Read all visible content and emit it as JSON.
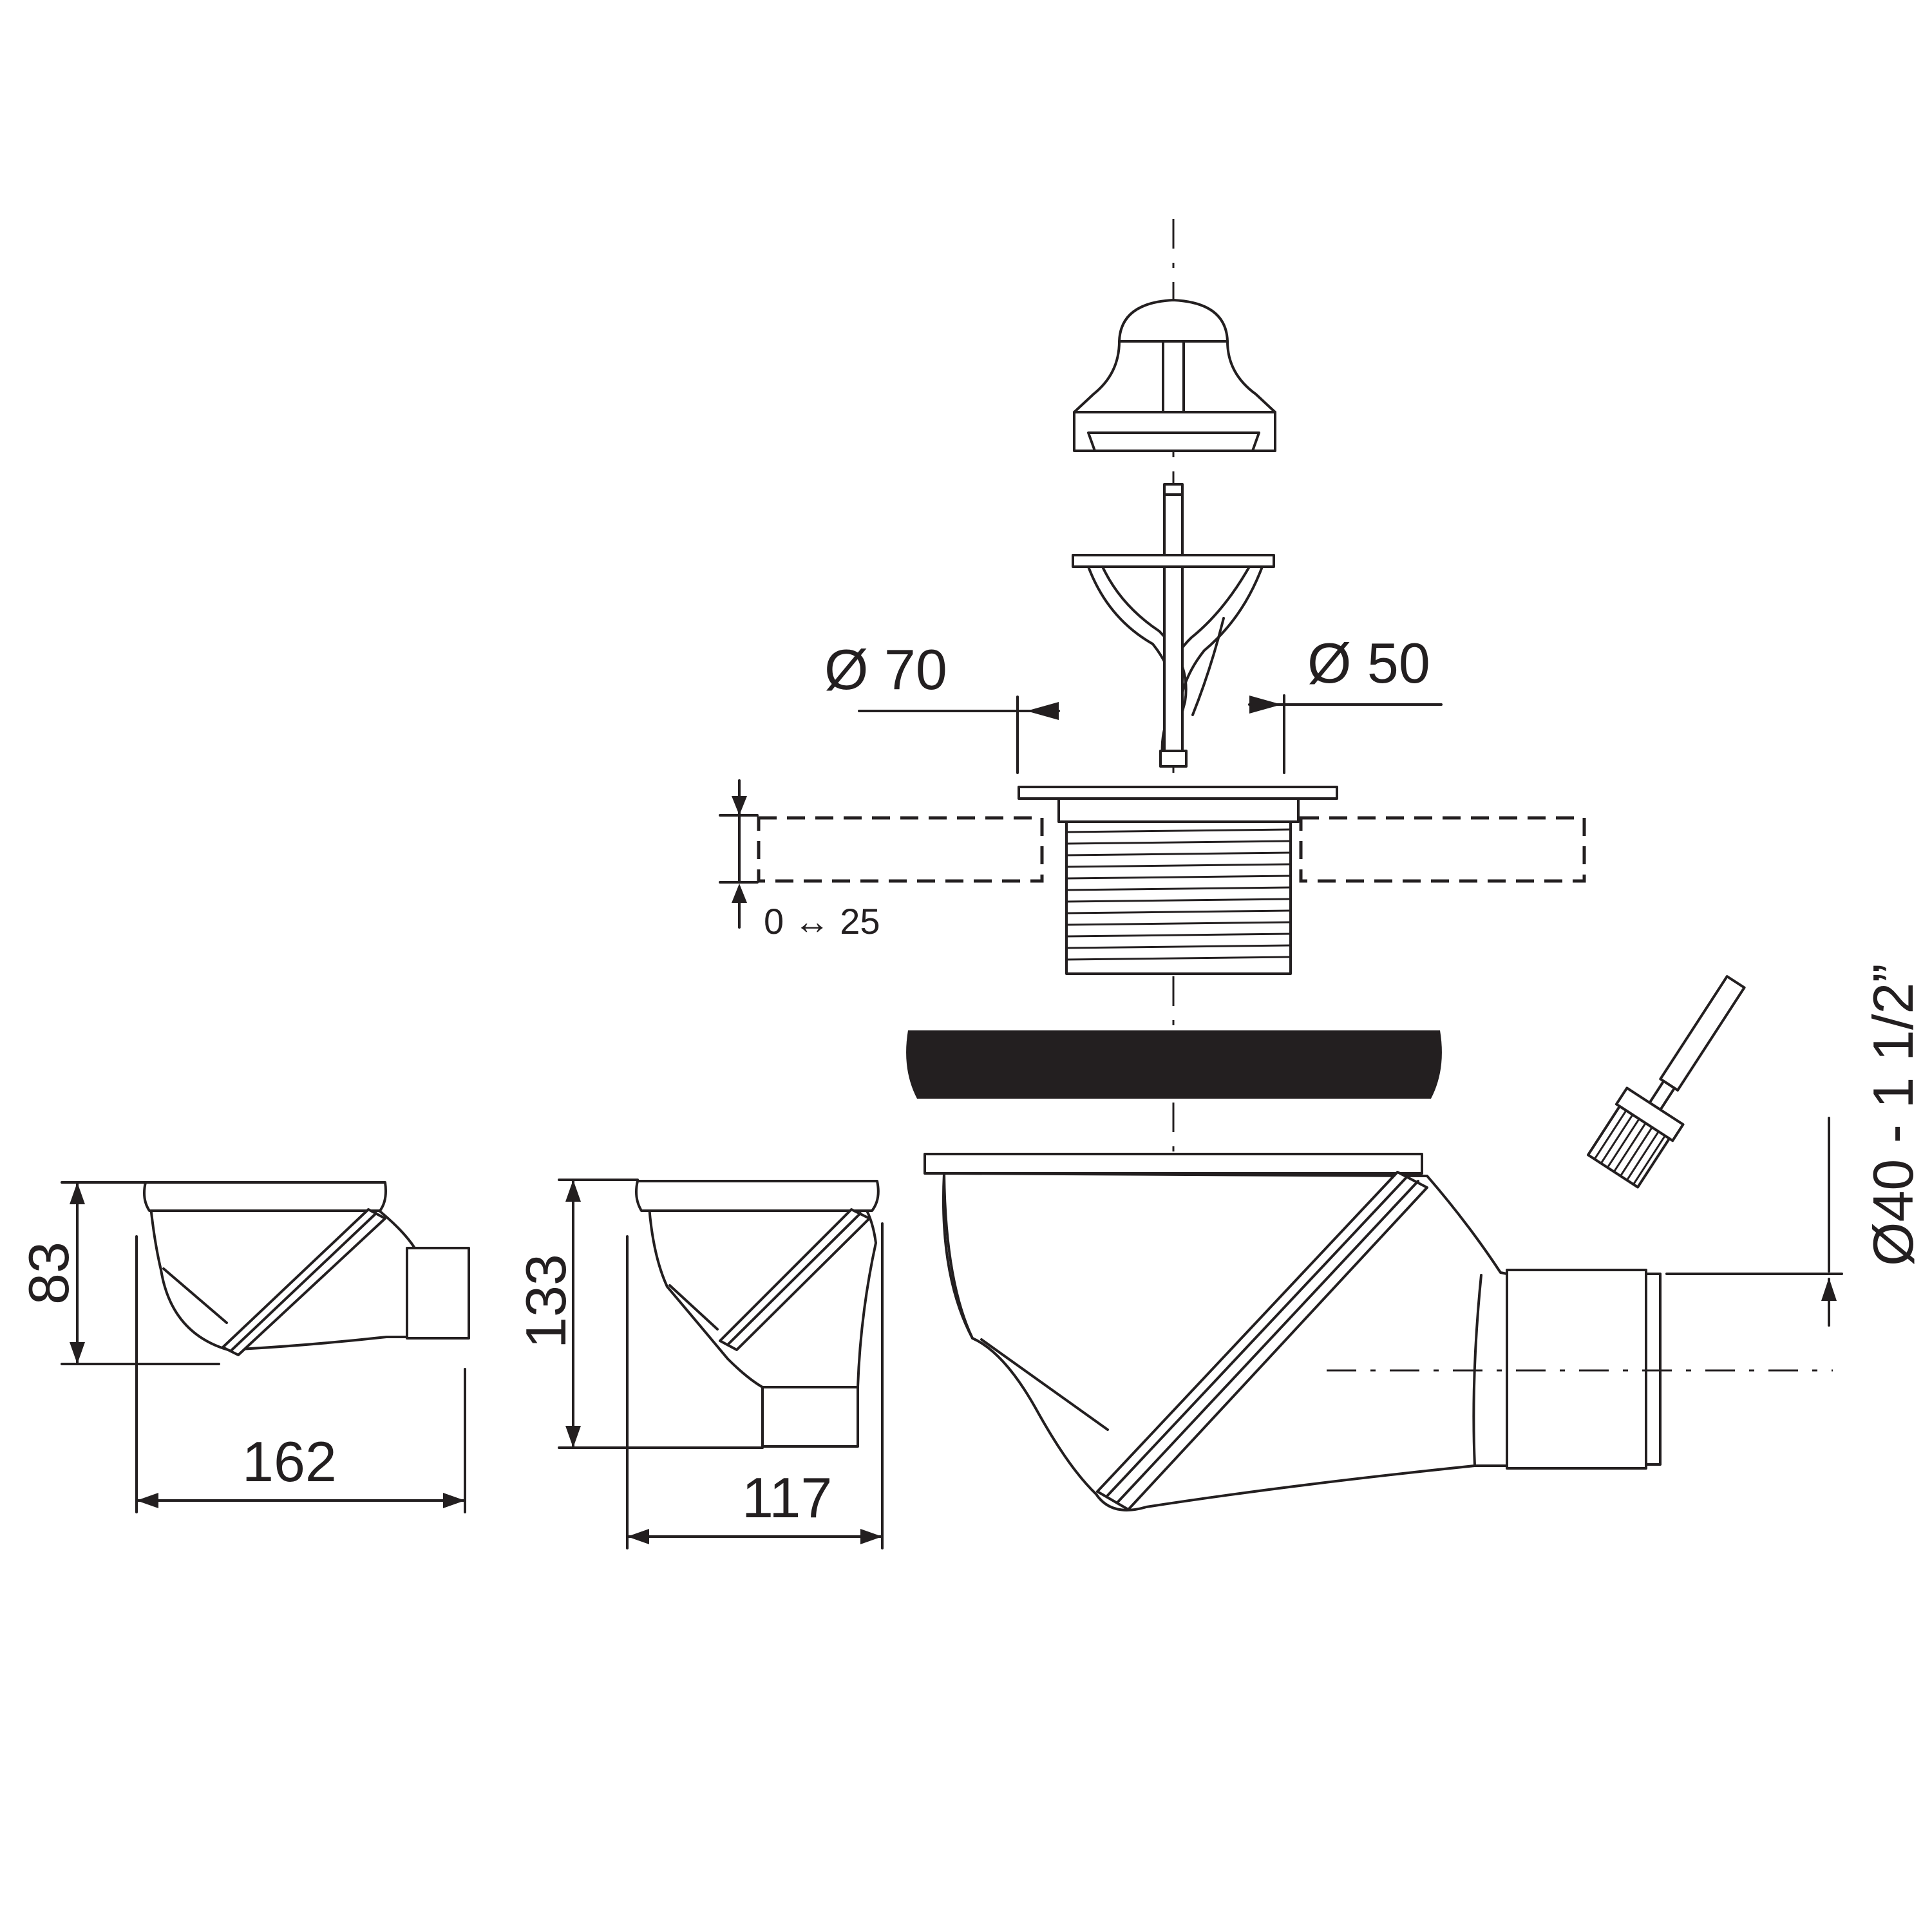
{
  "dimensions": {
    "diameter_70": "Ø 70",
    "diameter_50": "Ø 50",
    "thickness_range": "0 ↔ 25",
    "outlet": "Ø40 - 1 1/2”",
    "height_83": "83",
    "width_162": "162",
    "height_133": "133",
    "width_117": "117"
  },
  "colors": {
    "line": "#231f20",
    "gasket": "#231f20",
    "background": "#ffffff"
  },
  "icons": {
    "brush": "glue-brush-icon"
  }
}
